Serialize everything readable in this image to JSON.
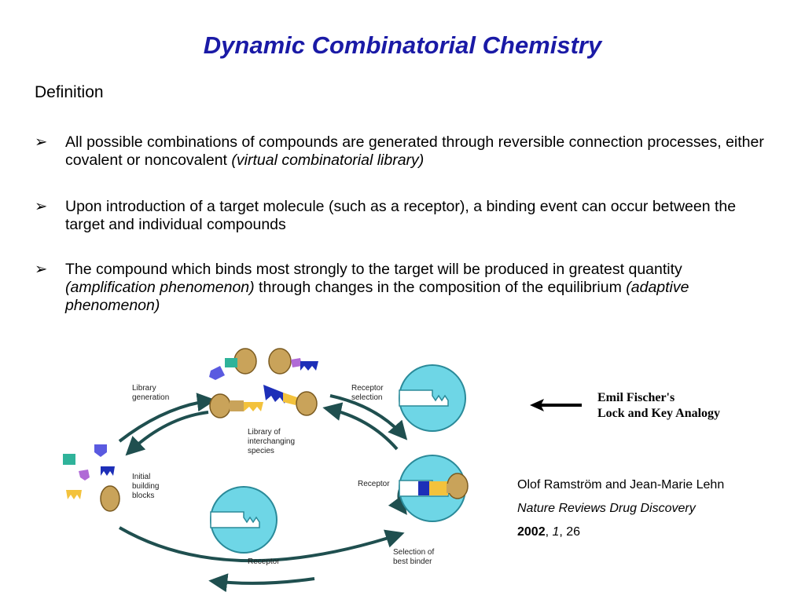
{
  "slide": {
    "title": "Dynamic Combinatorial Chemistry",
    "section_heading": "Definition",
    "bullet_marker": "➢",
    "bullets": [
      {
        "text": "All possible combinations of compounds are generated through reversible connection processes, either covalent or noncovalent ",
        "italic": "(virtual combinatorial library)"
      },
      {
        "text": "Upon introduction of a target molecule (such as a receptor), a binding event can occur between the target and individual compounds"
      },
      {
        "text_1": "The compound which binds most strongly to the target will be produced in greatest quantity ",
        "italic_1": "(amplification phenomenon)",
        "text_2": " through changes in the composition of the equilibrium ",
        "italic_2": "(adaptive phenomenon)"
      }
    ]
  },
  "figure": {
    "labels": {
      "library_generation_1": "Library",
      "library_generation_2": "generation",
      "receptor_selection_1": "Receptor",
      "receptor_selection_2": "selection",
      "library_species_1": "Library of",
      "library_species_2": "interchanging",
      "library_species_3": "species",
      "initial_blocks_1": "Initial",
      "initial_blocks_2": "building",
      "initial_blocks_3": "blocks",
      "receptor_right": "Receptor",
      "receptor_bottom": "Receptor",
      "best_binder_1": "Selection of",
      "best_binder_2": "best binder"
    },
    "colors": {
      "receptor": "#6ed6e6",
      "key_head": "#c9a35a",
      "arrow": "#1f4f4f",
      "teal_block": "#2fb39a",
      "purple_block": "#5a5ae0",
      "violet_block": "#b06ad6",
      "yellow_block": "#f3c23c",
      "blue_block": "#1d2fb8"
    }
  },
  "annotation": {
    "line_1": "Emil Fischer's",
    "line_2": "Lock and Key Analogy"
  },
  "citation": {
    "authors": "Olof Ramström and Jean-Marie Lehn",
    "journal": "Nature Reviews Drug Discovery",
    "year": "2002",
    "sep1": ", ",
    "volume": "1",
    "sep2": ", ",
    "page": "26"
  }
}
